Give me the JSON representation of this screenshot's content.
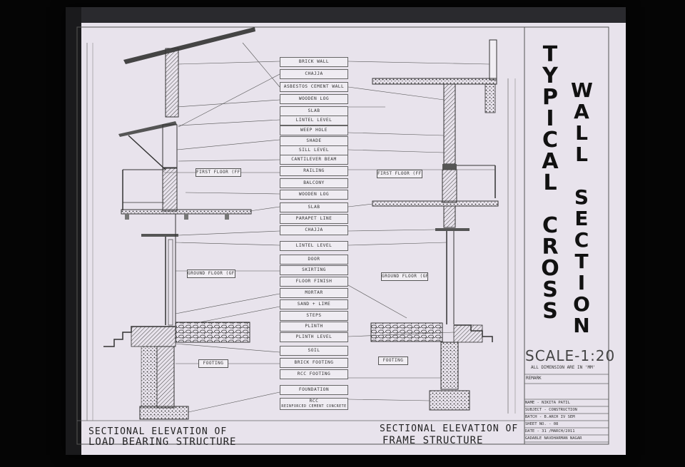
{
  "title": {
    "line1": "TYPICAL CROSS",
    "line2": "WALL SECTION"
  },
  "scale": "SCALE-1:20",
  "dimensions_note": "ALL DIMENSION ARE IN 'MM'",
  "remark": "REMARK",
  "title_block": [
    "NAME - NIKITA PATIL",
    "SUBJECT - CONSTRUCTION",
    "BATCH - B.ARCH IV SEM",
    "SHEET NO. - 08",
    "DATE - 31 /MARCH/2011",
    "GADABLE NAVDHARMAN NAGAR"
  ],
  "legend": [
    "BRICK WALL",
    "CHAJJA",
    "ASBESTOS CEMENT WALL",
    "WOODEN LOG",
    "SLAB",
    "LINTEL LEVEL",
    "WEEP HOLE",
    "SHADE",
    "SILL LEVEL",
    "CANTILEVER BEAM",
    "RAILING",
    "BALCONY",
    "WOODEN LOG",
    "SLAB",
    "PARAPET LINE",
    "CHAJJA",
    "LINTEL LEVEL",
    "DOOR",
    "SKIRTING",
    "FLOOR FINISH",
    "MORTAR",
    "SAND + LIME",
    "STEPS",
    "PLINTH",
    "PLINTH LEVEL",
    "SOIL",
    "BRICK FOOTING",
    "RCC FOOTING",
    "FOUNDATION",
    "RCC",
    "REINFORCED CEMENT CONCRETE"
  ],
  "left_labels": {
    "first_floor": "FIRST FLOOR (FFL)",
    "ground_floor": "GROUND FLOOR (GFL)",
    "footing": "FOOTING"
  },
  "right_labels": {
    "first_floor": "FIRST FLOOR (FFL)",
    "ground_floor": "GROUND FLOOR (GFL)",
    "footing": "FOOTING"
  },
  "captions": {
    "left_1": "SECTIONAL ELEVATION OF",
    "left_2": "LOAD BEARING STRUCTURE",
    "right_1": "SECTIONAL ELEVATION OF",
    "right_2": "FRAME STRUCTURE"
  }
}
